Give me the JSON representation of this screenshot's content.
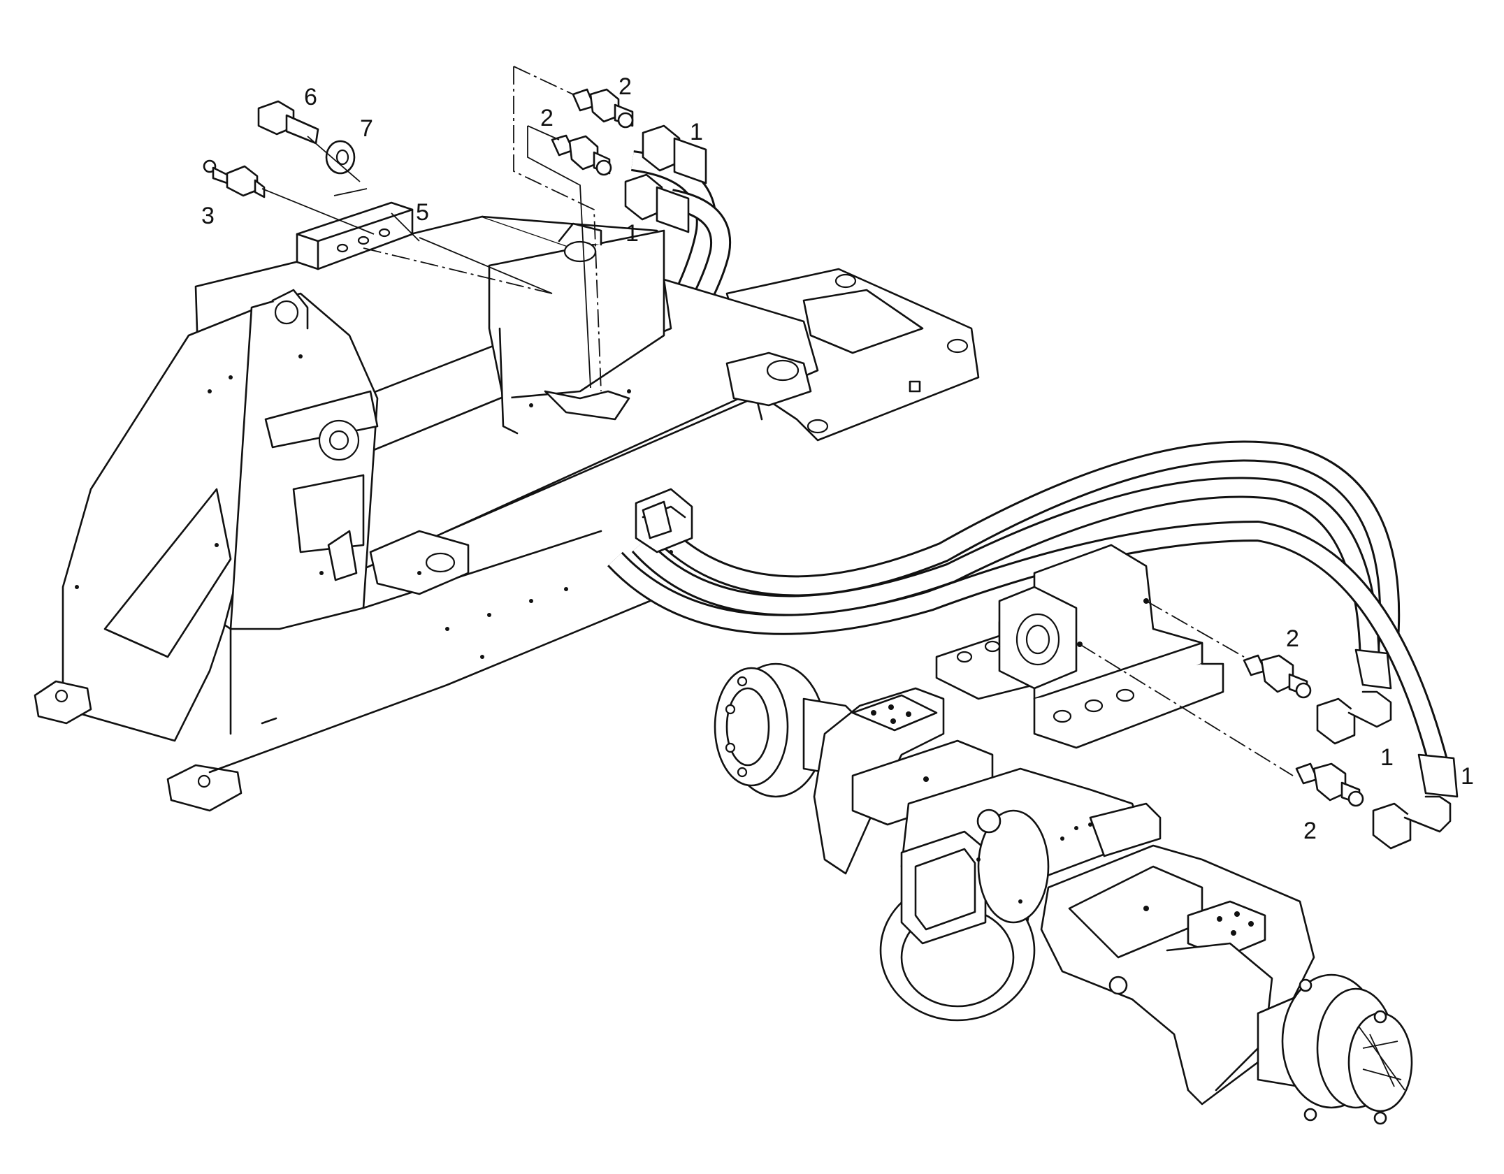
{
  "diagram": {
    "type": "exploded parts diagram",
    "line_color": "#111111",
    "background": "#ffffff",
    "callouts": [
      "6",
      "7",
      "3",
      "5",
      "2",
      "2",
      "1",
      "1",
      "2",
      "2",
      "1",
      "1"
    ]
  }
}
